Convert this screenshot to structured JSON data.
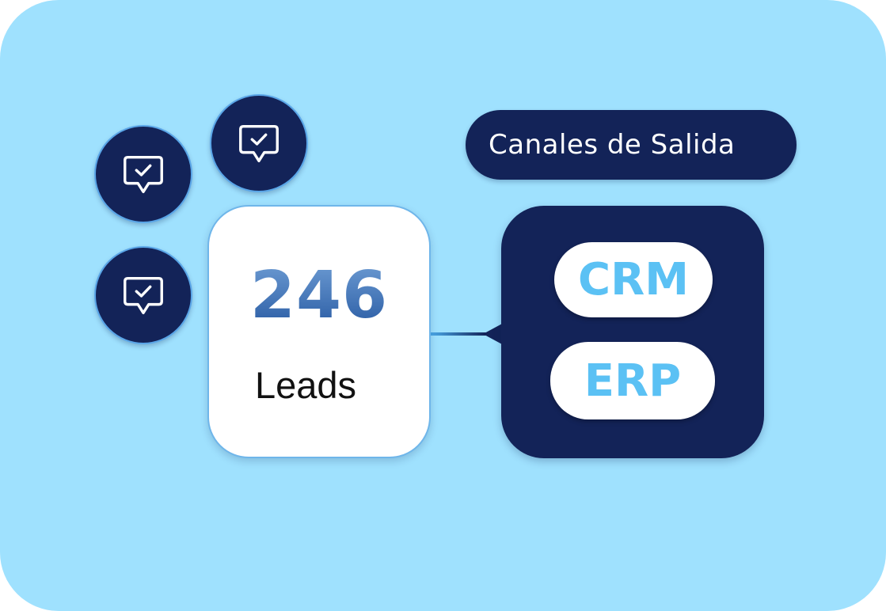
{
  "leads": {
    "count": "246",
    "label": "Leads"
  },
  "bubbles": [
    {
      "icon": "message-check-icon"
    },
    {
      "icon": "message-check-icon"
    },
    {
      "icon": "message-check-icon"
    }
  ],
  "channels": {
    "title": "Canales de Salida",
    "outputs": [
      {
        "label": "CRM"
      },
      {
        "label": "ERP"
      }
    ]
  },
  "colors": {
    "background": "#9fe1fe",
    "navy": "#132358",
    "accent": "#5bc1f4",
    "white": "#ffffff"
  }
}
